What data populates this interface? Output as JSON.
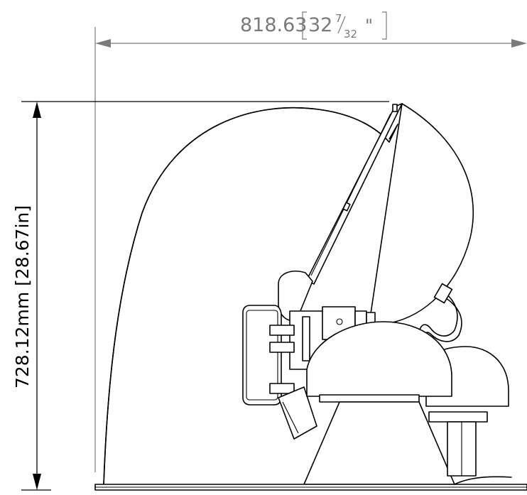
{
  "dimensions": {
    "width": {
      "metric": "818.63",
      "inch_whole": "32",
      "inch_num": "7",
      "inch_den": "32",
      "inch_mark": "\""
    },
    "height": {
      "label": "728.12mm [28.67in]"
    }
  },
  "colors": {
    "outline": "#000000",
    "dimension_gray": "#7a7a7a",
    "background": "#ffffff"
  }
}
